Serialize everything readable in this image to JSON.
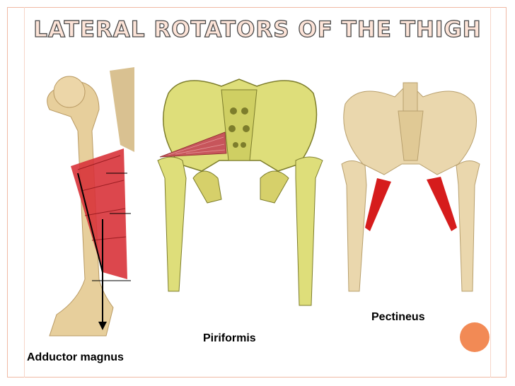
{
  "slide": {
    "title": "LATERAL ROTATORS OF THE THIGH",
    "labels": {
      "adductor": "Adductor magnus",
      "piriformis": "Piriformis",
      "pectineus": "Pectineus"
    }
  },
  "colors": {
    "bone_natural": "#e8d2a8",
    "bone_yellow": "#dede7a",
    "muscle": "#d8333a",
    "accent": "#f28a55",
    "frame": "#f0b9a4"
  }
}
